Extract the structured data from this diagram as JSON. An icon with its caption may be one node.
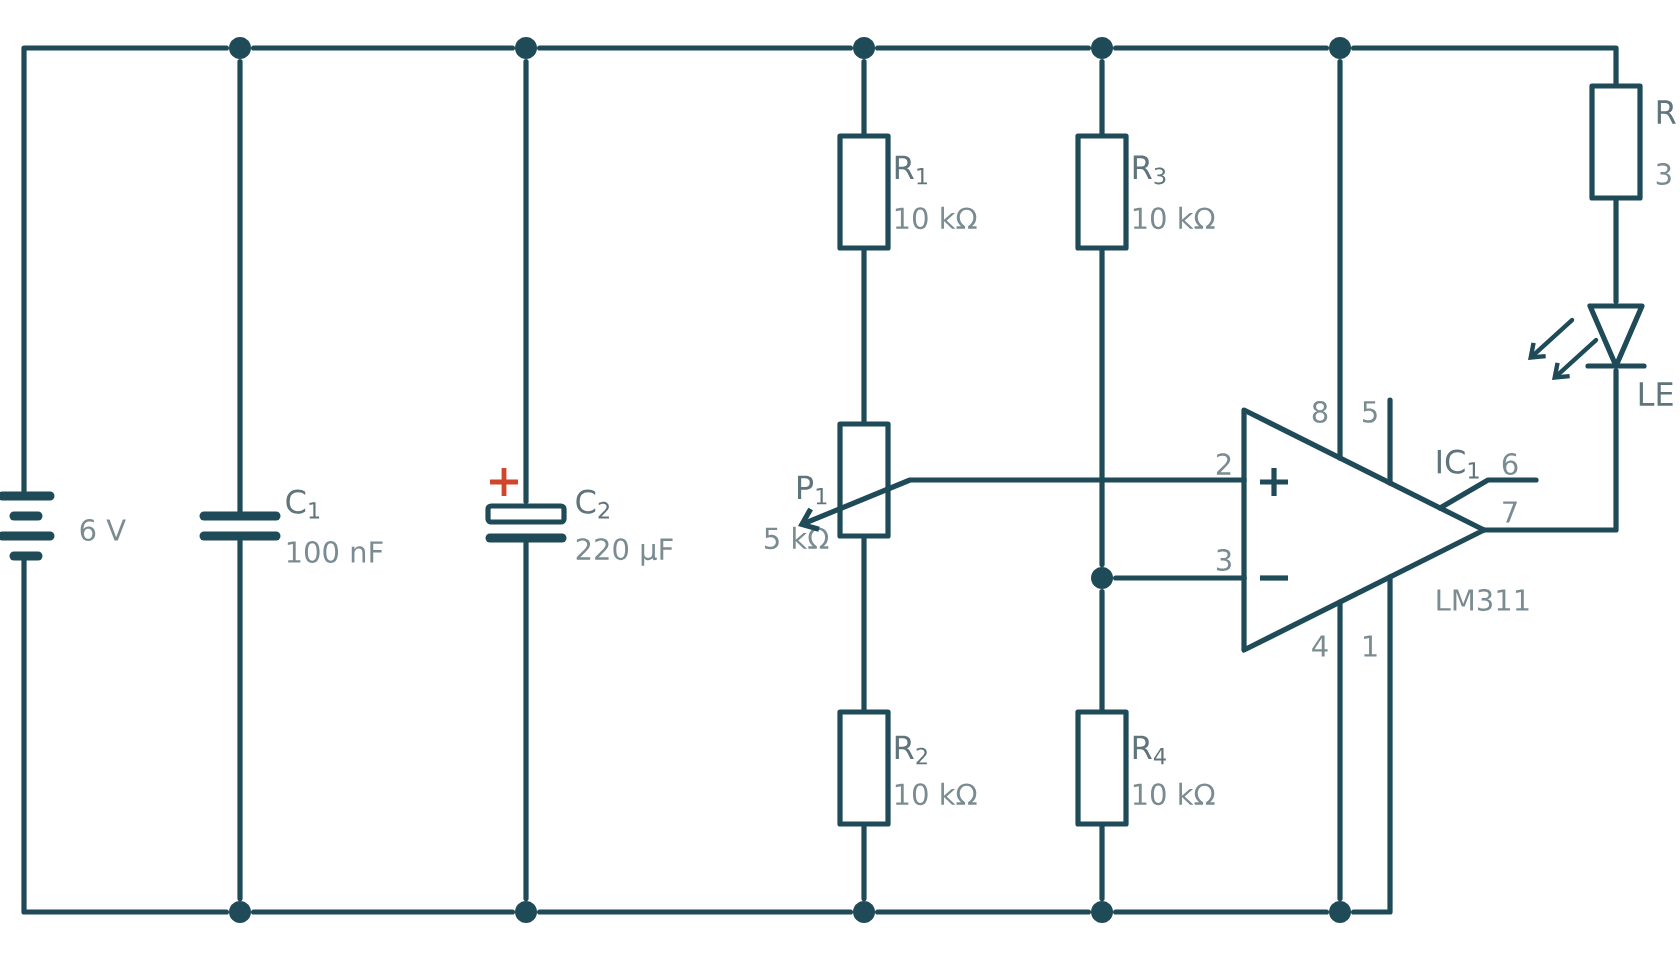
{
  "diagram": {
    "nodes": [
      {
        "text": [
          "6 V"
        ]
      },
      {
        "text": [
          "C$_{1}$",
          "100 nF"
        ]
      },
      {
        "text": [
          "C$_{2}$",
          "220 µF"
        ]
      },
      {
        "text": [
          "R$_{1}$",
          "10 kΩ"
        ]
      },
      {
        "text": [
          "P$_{1}$",
          "5 kΩ"
        ]
      },
      {
        "text": [
          "R$_{2}$",
          "10 kΩ"
        ]
      },
      {
        "text": [
          "R$_{3}$",
          "10 kΩ"
        ]
      },
      {
        "text": [
          "R$_{4}$",
          "10 kΩ"
        ]
      },
      {
        "text": [
          "IC$_{1}$",
          "LM311"
        ]
      },
      {
        "text": [
          "R",
          "3"
        ]
      },
      {
        "text": [
          "LE"
        ]
      },
      {
        "text": [],
        "shape": "circle"
      },
      {
        "text": [],
        "shape": "circle"
      },
      {
        "text": [],
        "shape": "circle"
      },
      {
        "text": [],
        "shape": "circle"
      },
      {
        "text": [],
        "shape": "circle"
      },
      {
        "text": [],
        "shape": "circle"
      },
      {
        "text": [],
        "shape": "circle"
      },
      {
        "text": [],
        "shape": "circle"
      },
      {
        "text": [],
        "shape": "circle"
      },
      {
        "text": [],
        "shape": "circle"
      },
      {
        "text": [],
        "shape": "circle"
      }
    ],
    "edges": [
      {
        "from": 0,
        "to": 11,
        "arrow": "none"
      },
      {
        "from": 11,
        "to": 1,
        "arrow": "none"
      },
      {
        "from": 11,
        "to": 12,
        "arrow": "none"
      },
      {
        "from": 12,
        "to": 2,
        "arrow": "none"
      },
      {
        "from": 12,
        "to": 13,
        "arrow": "none"
      },
      {
        "from": 13,
        "to": 3,
        "arrow": "none"
      },
      {
        "from": 13,
        "to": 14,
        "arrow": "none"
      },
      {
        "from": 14,
        "to": 6,
        "arrow": "none"
      },
      {
        "from": 14,
        "to": 15,
        "arrow": "none"
      },
      {
        "from": 15,
        "to": 8,
        "arrow": "none"
      },
      {
        "from": 15,
        "to": 9,
        "arrow": "none"
      },
      {
        "from": 3,
        "to": 4,
        "arrow": "none"
      },
      {
        "from": 4,
        "to": 5,
        "arrow": "none"
      },
      {
        "from": 6,
        "to": 21,
        "arrow": "none"
      },
      {
        "from": 21,
        "to": 7,
        "arrow": "none"
      },
      {
        "from": 21,
        "to": 8,
        "arrow": "none"
      },
      {
        "from": 8,
        "to": 4,
        "arrow": "to"
      },
      {
        "from": 9,
        "to": 10,
        "arrow": "none"
      },
      {
        "from": 8,
        "to": 10,
        "arrow": "none"
      },
      {
        "from": 0,
        "to": 16,
        "arrow": "none"
      },
      {
        "from": 16,
        "to": 1,
        "arrow": "none"
      },
      {
        "from": 16,
        "to": 17,
        "arrow": "none"
      },
      {
        "from": 17,
        "to": 2,
        "arrow": "none"
      },
      {
        "from": 17,
        "to": 18,
        "arrow": "none"
      },
      {
        "from": 18,
        "to": 5,
        "arrow": "none"
      },
      {
        "from": 18,
        "to": 19,
        "arrow": "none"
      },
      {
        "from": 19,
        "to": 7,
        "arrow": "none"
      },
      {
        "from": 19,
        "to": 20,
        "arrow": "none"
      },
      {
        "from": 20,
        "to": 8,
        "arrow": "none"
      },
      {
        "from": 20,
        "to": 8,
        "arrow": "none"
      }
    ],
    "labels": [
      "8",
      "5",
      "2",
      "6",
      "7",
      "3",
      "4",
      "1"
    ]
  }
}
